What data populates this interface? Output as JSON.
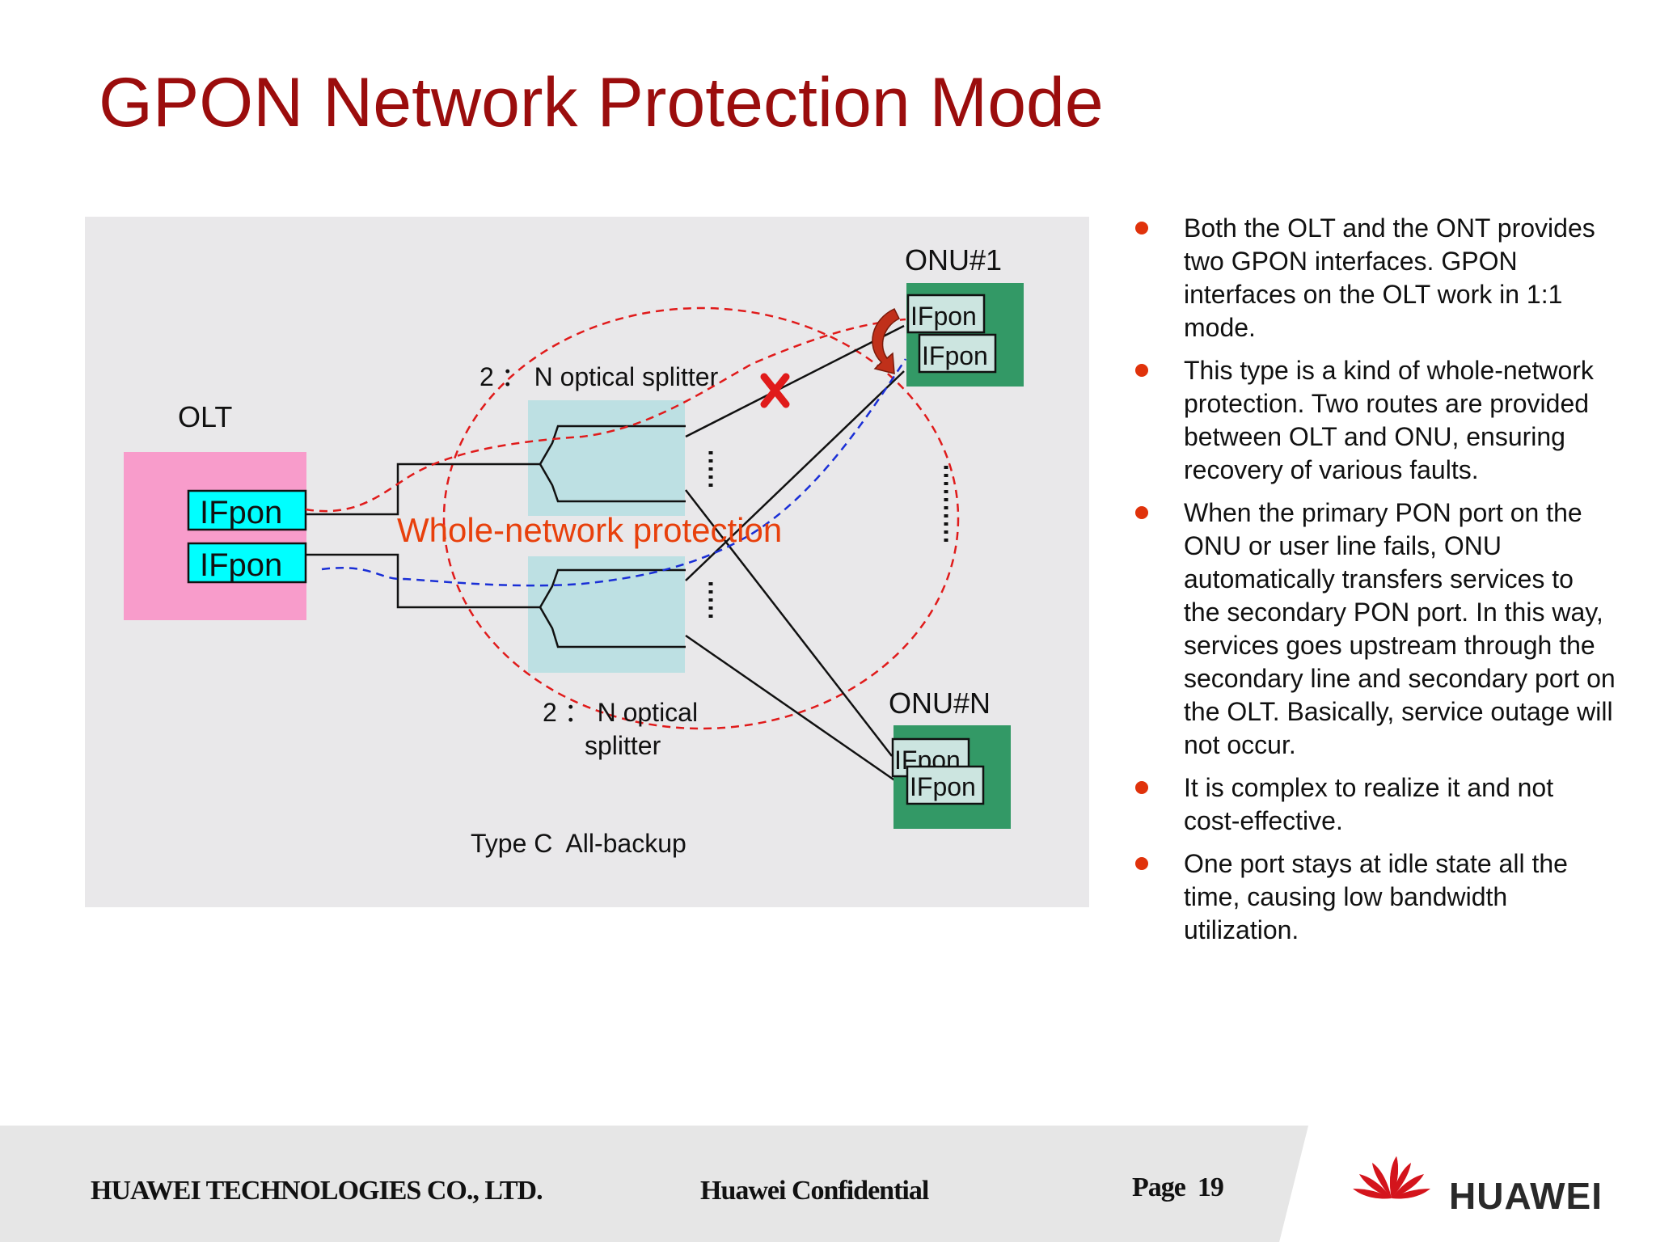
{
  "slide": {
    "title": "GPON Network Protection Mode"
  },
  "diagram": {
    "olt_label": "OLT",
    "olt_ports": [
      "IFpon",
      "IFpon"
    ],
    "onu1_label": "ONU#1",
    "onu1_ports": [
      "IFpon",
      "IFpon"
    ],
    "onun_label": "ONU#N",
    "onun_ports": [
      "IFpon",
      "IFpon"
    ],
    "splitter_top_label": "2 ： N optical splitter",
    "splitter_bottom_label_line1": "2 ： N optical",
    "splitter_bottom_label_line2": "splitter",
    "protection_label": "Whole-network protection",
    "caption": "Type C  All-backup",
    "colors": {
      "olt_box": "#f89ccb",
      "port_cyan": "#00ffff",
      "onu_box": "#339966",
      "onu_port": "#cce5e0",
      "splitter": "#bde0e3",
      "red_dashed": "#e01b1b",
      "blue_dashed": "#1a2fd6",
      "protection_text": "#e8400c"
    }
  },
  "bullets": [
    "Both the OLT and the ONT provides two GPON interfaces. GPON interfaces on the OLT work in 1:1 mode.",
    "This type is a kind of whole-network protection. Two routes are provided between OLT and ONU, ensuring recovery of various faults.",
    "When the primary PON port on the ONU or user line fails, ONU automatically transfers services to the secondary PON port. In this way, services goes upstream through the secondary line and secondary port on the OLT.  Basically, service outage will not occur.",
    "It is complex to realize it and not cost-effective.",
    "One port stays at idle state all the time, causing low bandwidth utilization."
  ],
  "footer": {
    "company": "HUAWEI TECHNOLOGIES CO., LTD.",
    "confidential": "Huawei Confidential",
    "page": "Page  19",
    "brand": "HUAWEI"
  }
}
